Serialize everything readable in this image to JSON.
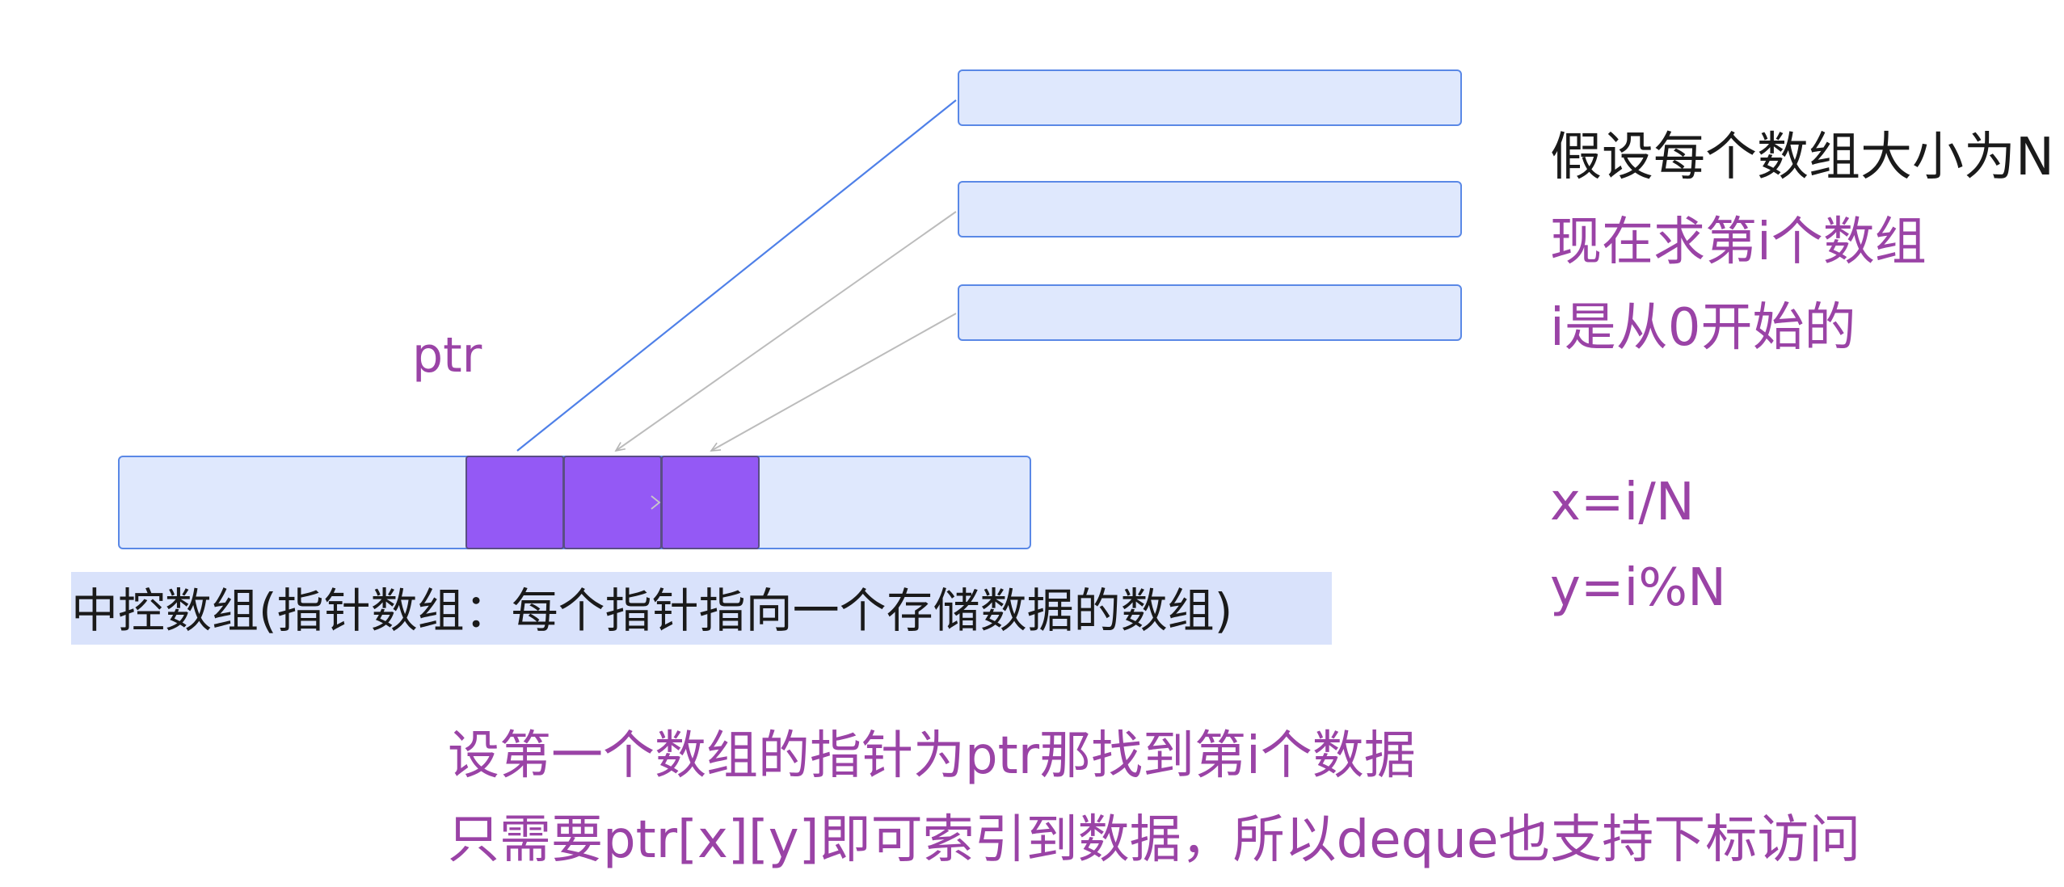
{
  "labels": {
    "pointer_label": "ptr",
    "control_array_caption": "中控数组(指针数组：每个指针指向一个存储数据的数组)"
  },
  "notes": {
    "line1": "假设每个数组大小为N",
    "line2": "现在求第i个数组",
    "line3": "i是从0开始的",
    "formula_x": "x=i/N",
    "formula_y": "y=i%N"
  },
  "bottom_text": {
    "line1": "设第一个数组的指针为ptr那找到第i个数据",
    "line2": "只需要ptr[x][y]即可索引到数据，所以deque也支持下标访问"
  },
  "colors": {
    "box_fill": "#dfe8fd",
    "box_border": "#5a88e6",
    "pointer_cell": "#9459f5",
    "accent_text": "#9a43a6",
    "caption_highlight": "#d9e2fb"
  }
}
